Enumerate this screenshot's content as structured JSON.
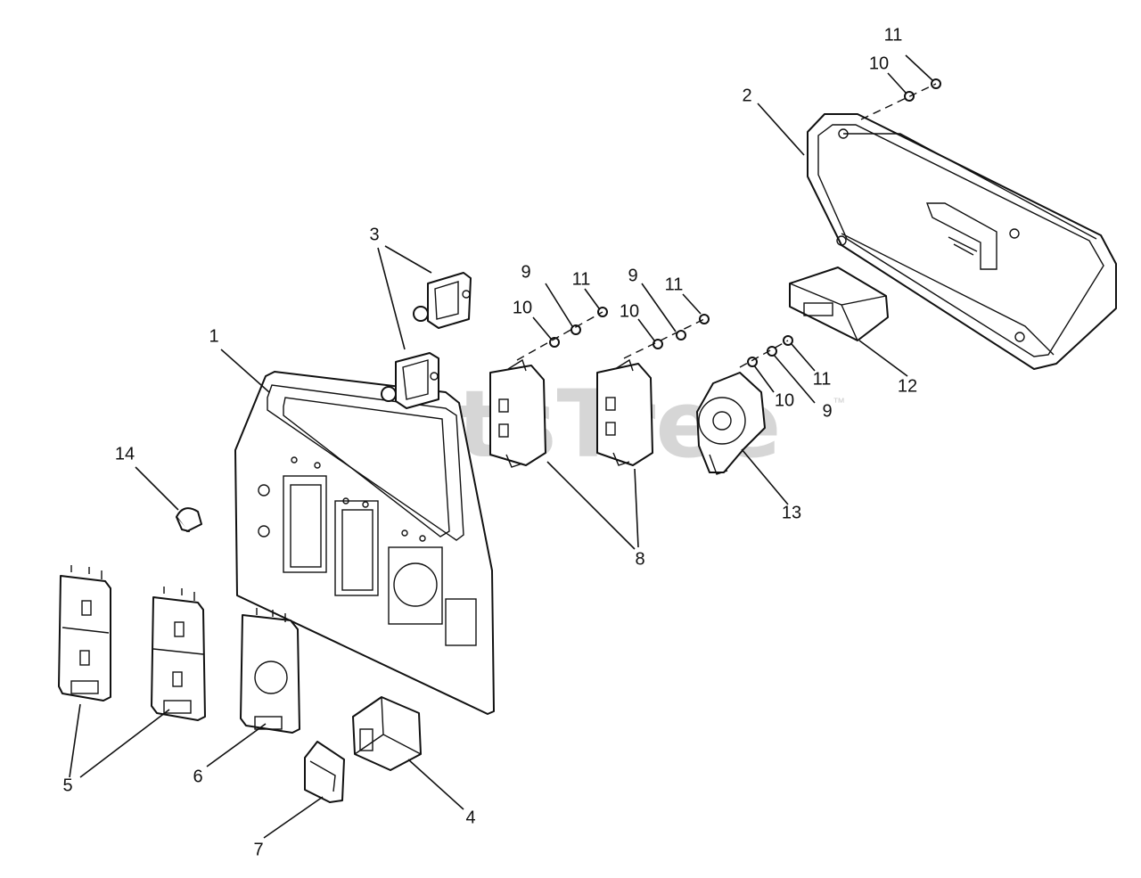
{
  "watermark": {
    "text": "PartsTree",
    "trademark": "™"
  },
  "callouts": {
    "c1": "1",
    "c2": "2",
    "c3": "3",
    "c4": "4",
    "c5": "5",
    "c6": "6",
    "c7": "7",
    "c8": "8",
    "c9a": "9",
    "c9b": "9",
    "c9c": "9",
    "c10a": "10",
    "c10b": "10",
    "c10c": "10",
    "c10d": "10",
    "c11a": "11",
    "c11b": "11",
    "c11c": "11",
    "c11d": "11",
    "c12": "12",
    "c13": "13",
    "c14": "14"
  }
}
